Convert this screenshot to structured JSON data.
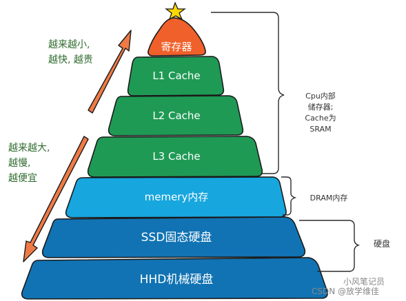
{
  "tiers": [
    {
      "id": "register",
      "label": "寄存器",
      "fill": "#f0602a"
    },
    {
      "id": "l1",
      "label": "L1 Cache",
      "fill": "#1f9a55"
    },
    {
      "id": "l2",
      "label": "L2 Cache",
      "fill": "#1f9a55"
    },
    {
      "id": "l3",
      "label": "L3 Cache",
      "fill": "#1f9a55"
    },
    {
      "id": "memory",
      "label": "memery内存",
      "fill": "#17a6de"
    },
    {
      "id": "ssd",
      "label": "SSD固态硬盘",
      "fill": "#1173b3"
    },
    {
      "id": "hdd",
      "label": "HHD机械硬盘",
      "fill": "#1173b3"
    }
  ],
  "left_notes": {
    "up": "越来越小,\n越快, 越贵",
    "down": "越来越大,\n越慢,\n越便宜"
  },
  "brace_labels": {
    "cpu": "Cpu内部\n储存器;\nCache为\nSRAM",
    "dram": "DRAM内存",
    "disk": "硬盘"
  },
  "watermark": {
    "line1": "小风笔记员",
    "line2": "CSDN @放学维佳"
  },
  "colors": {
    "arrow": "#ef7a45",
    "star": "#ffd700",
    "outline": "#222222",
    "note_green": "#2f6b2f"
  }
}
